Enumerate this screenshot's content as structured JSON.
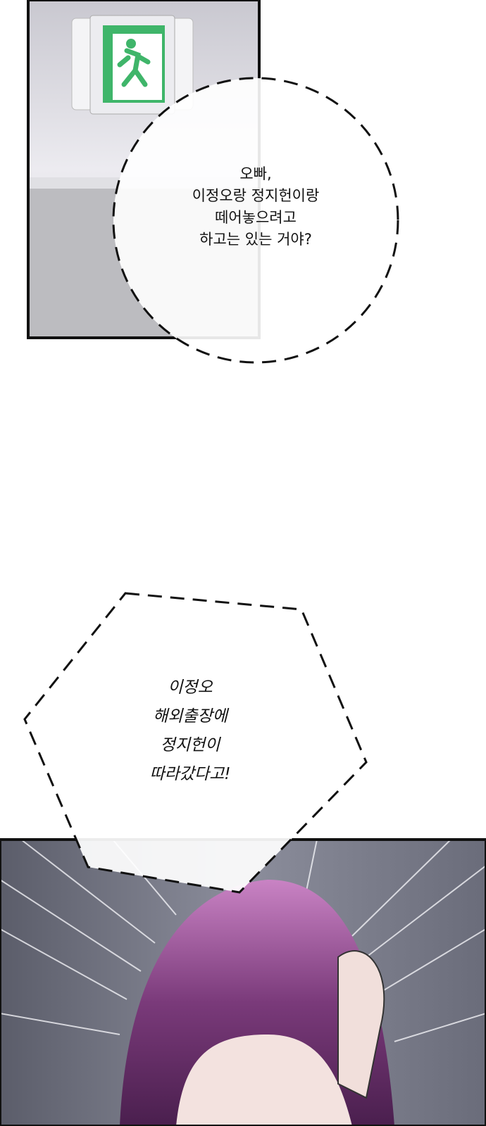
{
  "panel1": {
    "sign": "exit-sign-icon",
    "bubble_lines": [
      "오빠,",
      "이정오랑 정지헌이랑",
      "떼어놓으려고",
      "하고는 있는 거야?"
    ]
  },
  "panel2": {
    "bubble_lines": [
      "이정오",
      "해외출장에",
      "정지헌이",
      "따라갔다고!"
    ]
  },
  "colors": {
    "sign_green": "#3fb56a",
    "hair": "#8a3f86",
    "bg_dark": "#6c6e7c"
  }
}
